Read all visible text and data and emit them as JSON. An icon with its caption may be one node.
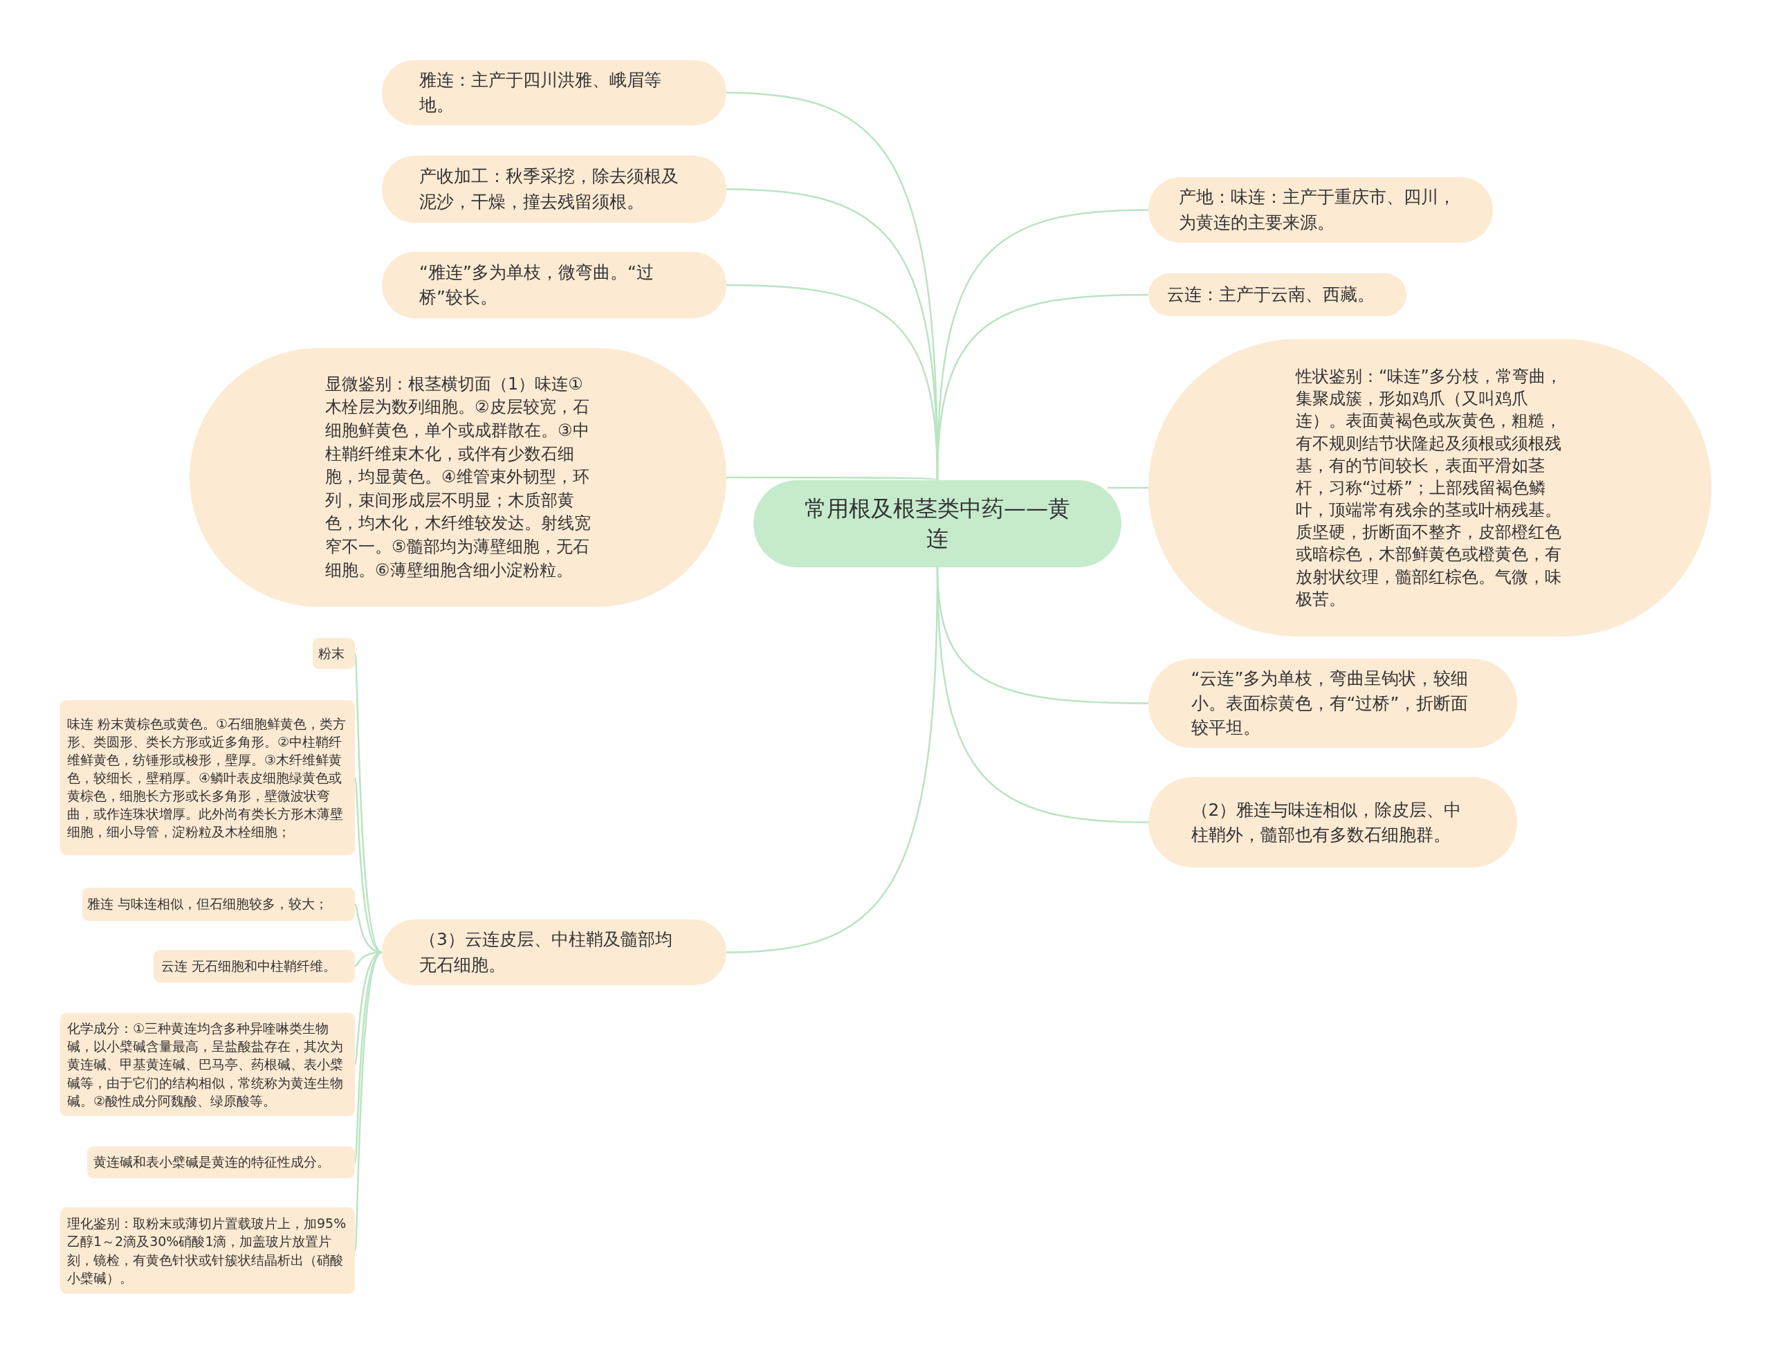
{
  "diagram": {
    "nodes": [
      {
        "text": [
          "常用根及根茎类中药——黄连"
        ]
      },
      {
        "text": [
          "雅连：主产于四川洪雅、峨眉等地。"
        ]
      },
      {
        "text": [
          "产收加工：秋季采挖，除去须根及泥沙，干燥，撞去残留须根。"
        ]
      },
      {
        "text": [
          "“雅连”多为单枝，微弯曲。“过桥”较长。"
        ]
      },
      {
        "text": [
          "显微鉴别：根茎横切面（1）味连①木栓层为数列细胞。②皮层较宽，石细胞鲜黄色，单个或成群散在。③中柱鞘纤维束木化，或伴有少数石细胞，均显黄色。④维管束外韧型，环列，束间形成层不明显；木质部黄色，均木化，木纤维较发达。射线宽窄不一。⑤髓部均为薄壁细胞，无石细胞。⑥薄壁细胞含细小淀粉粒。"
        ]
      },
      {
        "text": [
          "（3）云连皮层、中柱鞘及髓部均无石细胞。"
        ]
      },
      {
        "text": [
          "粉末"
        ]
      },
      {
        "text": [
          "味连 粉末黄棕色或黄色。①石细胞鲜黄色，类方形、类圆形、类长方形或近多角形。②中柱鞘纤维鲜黄色，纺锤形或梭形，壁厚。③木纤维鲜黄色，较细长，壁稍厚。④鳞叶表皮细胞绿黄色或黄棕色，细胞长方形或长多角形，壁微波状弯曲，或作连珠状增厚。此外尚有类长方形木薄壁细胞，细小导管，淀粉粒及木栓细胞；"
        ]
      },
      {
        "text": [
          "雅连 与味连相似，但石细胞较多，较大；"
        ]
      },
      {
        "text": [
          "云连 无石细胞和中柱鞘纤维。"
        ]
      },
      {
        "text": [
          "化学成分：①三种黄连均含多种异喹啉类生物碱，以小檗碱含量最高，呈盐酸盐存在，其次为黄连碱、甲基黄连碱、巴马亭、药根碱、表小檗碱等，由于它们的结构相似，常统称为黄连生物碱。②酸性成分阿魏酸、绿原酸等。"
        ]
      },
      {
        "text": [
          "黄连碱和表小檗碱是黄连的特征性成分。"
        ]
      },
      {
        "text": [
          "理化鉴别：取粉末或薄切片置载玻片上，加95%乙醇1～2滴及30%硝酸1滴，加盖玻片放置片刻，镜检，有黄色针状或针簇状结晶析出（硝酸小檗碱）。"
        ]
      },
      {
        "text": [
          "产地：味连：主产于重庆市、四川，为黄连的主要来源。"
        ]
      },
      {
        "text": [
          "云连：主产于云南、西藏。"
        ]
      },
      {
        "text": [
          "性状鉴别：“味连”多分枝，常弯曲，集聚成簇，形如鸡爪（又叫鸡爪连）。表面黄褐色或灰黄色，粗糙，有不规则结节状隆起及须根或须根残基，有的节间较长，表面平滑如茎杆，习称“过桥”；上部残留褐色鳞叶，顶端常有残余的茎或叶柄残基。质坚硬，折断面不整齐，皮部橙红色或暗棕色，木部鲜黄色或橙黄色，有放射状纹理，髓部红棕色。气微，味极苦。"
        ]
      },
      {
        "text": [
          "“云连”多为单枝，弯曲呈钩状，较细小。表面棕黄色，有“过桥”，折断面较平坦。"
        ]
      },
      {
        "text": [
          "（2）雅连与味连相似，除皮层、中柱鞘外，髓部也有多数石细胞群。"
        ]
      }
    ],
    "edges": [
      {
        "from": 0,
        "to": 1,
        "arrow": "none"
      },
      {
        "from": 0,
        "to": 2,
        "arrow": "none"
      },
      {
        "from": 0,
        "to": 3,
        "arrow": "none"
      },
      {
        "from": 0,
        "to": 4,
        "arrow": "none"
      },
      {
        "from": 0,
        "to": 5,
        "arrow": "none"
      },
      {
        "from": 5,
        "to": 6,
        "arrow": "none"
      },
      {
        "from": 5,
        "to": 7,
        "arrow": "none"
      },
      {
        "from": 5,
        "to": 8,
        "arrow": "none"
      },
      {
        "from": 5,
        "to": 9,
        "arrow": "none"
      },
      {
        "from": 5,
        "to": 10,
        "arrow": "none"
      },
      {
        "from": 5,
        "to": 11,
        "arrow": "none"
      },
      {
        "from": 5,
        "to": 12,
        "arrow": "none"
      },
      {
        "from": 0,
        "to": 13,
        "arrow": "none"
      },
      {
        "from": 0,
        "to": 14,
        "arrow": "none"
      },
      {
        "from": 0,
        "to": 15,
        "arrow": "none"
      },
      {
        "from": 0,
        "to": 16,
        "arrow": "none"
      },
      {
        "from": 0,
        "to": 17,
        "arrow": "none"
      }
    ]
  }
}
